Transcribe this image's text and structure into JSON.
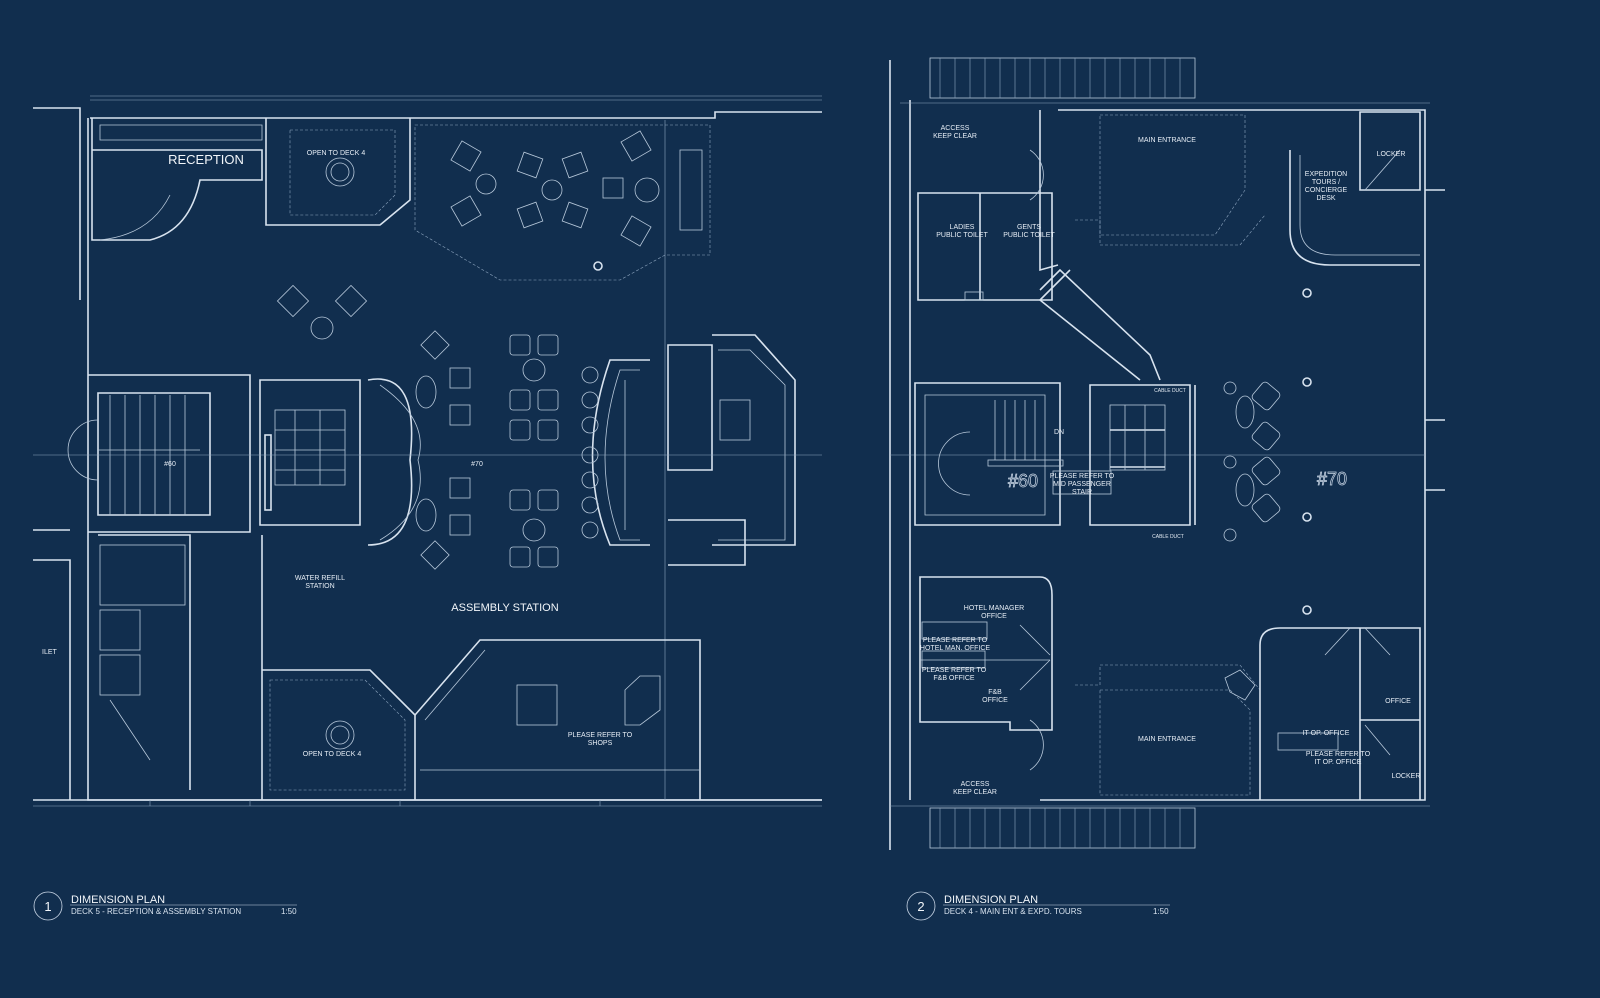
{
  "colors": {
    "background": "#112e4e",
    "lines": "#d8e3ef"
  },
  "plan1": {
    "number": "1",
    "title": "DIMENSION PLAN",
    "subtitle": "DECK 5 - RECEPTION & ASSEMBLY STATION",
    "scale": "1:50",
    "labels": {
      "reception": "RECEPTION",
      "open_deck4_top": "OPEN TO DECK 4",
      "open_deck4_bottom": "OPEN TO DECK 4",
      "stair": "#60",
      "lift": "#70",
      "water_refill_1": "WATER REFILL",
      "water_refill_2": "STATION",
      "assembly": "ASSEMBLY STATION",
      "shops_1": "PLEASE REFER TO",
      "shops_2": "SHOPS",
      "toilet_partial": "ILET"
    }
  },
  "plan2": {
    "number": "2",
    "title": "DIMENSION PLAN",
    "subtitle": "DECK 4 - MAIN ENT & EXPD. TOURS",
    "scale": "1:50",
    "labels": {
      "access_top_1": "ACCESS",
      "access_top_2": "KEEP CLEAR",
      "main_entrance_top": "MAIN ENTRANCE",
      "expedition_1": "EXPEDITION",
      "expedition_2": "TOURS /",
      "expedition_3": "CONCIERGE",
      "expedition_4": "DESK",
      "locker_top": "LOCKER",
      "ladies_1": "LADIES",
      "ladies_2": "PUBLIC TOILET",
      "gents_1": "GENTS",
      "gents_2": "PUBLIC TOILET",
      "dn": "DN",
      "stair": "#60",
      "lift": "#70",
      "stair_ref_1": "PLEASE REFER TO",
      "stair_ref_2": "MID PASSENGER",
      "stair_ref_3": "STAIR",
      "cable_duct_top": "CABLE DUCT",
      "cable_duct_bottom": "CABLE DUCT",
      "hotel_mgr_1": "HOTEL MANAGER",
      "hotel_mgr_2": "OFFICE",
      "hotel_ref_1": "PLEASE REFER TO",
      "hotel_ref_2": "HOTEL MAN. OFFICE",
      "fb_ref_1": "PLEASE REFER TO",
      "fb_ref_2": "F&B OFFICE",
      "fb_1": "F&B",
      "fb_2": "OFFICE",
      "main_entrance_bottom": "MAIN ENTRANCE",
      "office": "OFFICE",
      "it_office": "IT OP. OFFICE",
      "it_ref_1": "PLEASE REFER TO",
      "it_ref_2": "IT OP. OFFICE",
      "locker_bottom": "LOCKER",
      "access_bottom_1": "ACCESS",
      "access_bottom_2": "KEEP CLEAR"
    }
  }
}
